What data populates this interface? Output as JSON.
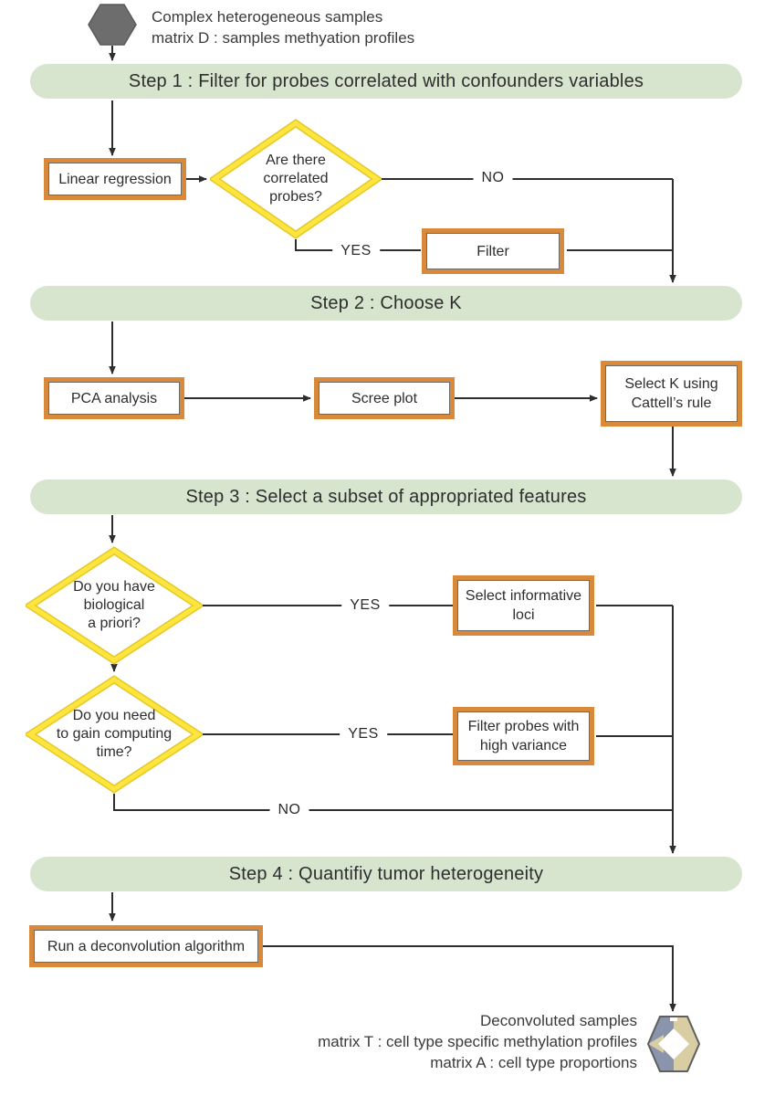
{
  "colors": {
    "banner_bg": "#d7e5cf",
    "box_border_orange": "#d8893a",
    "diamond_border_yellow": "#ffe53c",
    "diamond_edge_gold": "#e4c82b",
    "connector_line": "#2e2e2e",
    "start_hex_gray": "#6d6d6d",
    "end_hex_blue": "#8b94ad",
    "end_hex_tan": "#d8cda3"
  },
  "start": {
    "lines": [
      "Complex heterogeneous samples",
      "matrix D : samples methyation profiles"
    ]
  },
  "banners": [
    "Step 1 : Filter for probes correlated with confounders variables",
    "Step 2 : Choose K",
    "Step 3 : Select a subset of appropriated features",
    "Step 4 : Quantifiy tumor heterogeneity"
  ],
  "boxes": {
    "linear_regression": {
      "lines": [
        "Linear regression"
      ]
    },
    "filter": {
      "lines": [
        "Filter"
      ]
    },
    "pca": {
      "lines": [
        "PCA analysis"
      ]
    },
    "scree": {
      "lines": [
        "Scree plot"
      ]
    },
    "select_k": {
      "lines": [
        "Select K using",
        "Cattell’s rule"
      ]
    },
    "select_loci": {
      "lines": [
        "Select informative",
        "loci"
      ]
    },
    "filter_probes": {
      "lines": [
        "Filter probes with",
        "high variance"
      ]
    },
    "run_deconvolution": {
      "lines": [
        "Run a deconvolution algorithm"
      ]
    }
  },
  "decisions": {
    "correlated_probes": {
      "lines": [
        "Are there",
        "correlated",
        "probes?"
      ]
    },
    "biological_apriori": {
      "lines": [
        "Do you have",
        "biological",
        "a priori?"
      ]
    },
    "computing_time": {
      "lines": [
        "Do you need",
        "to gain computing",
        "time?"
      ]
    }
  },
  "branch_labels": {
    "yes": "YES",
    "no": "NO"
  },
  "end": {
    "lines": [
      "Deconvoluted samples",
      "matrix T : cell type specific methylation profiles",
      "matrix A : cell type proportions"
    ]
  }
}
